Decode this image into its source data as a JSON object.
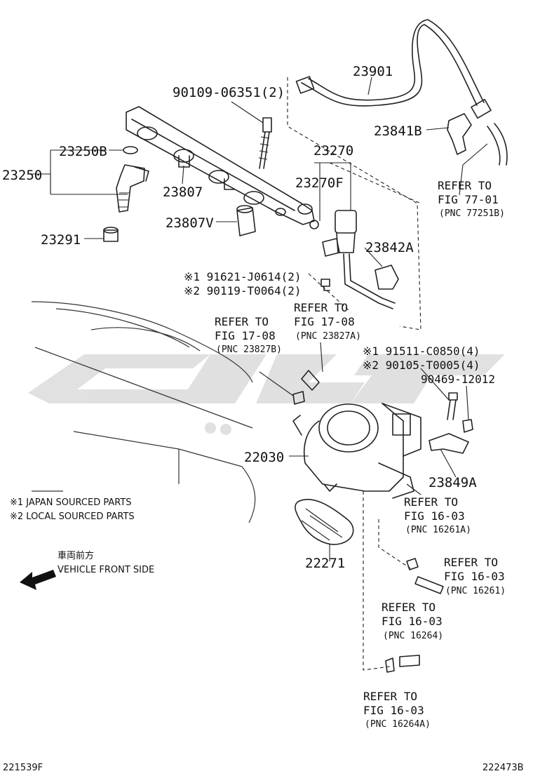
{
  "title": "",
  "labels": {
    "p23901": "23901",
    "p90109": "90109-06351(2)",
    "p23841B": "23841B",
    "p23250B": "23250B",
    "p23250": "23250",
    "p23270": "23270",
    "p23270F": "23270F",
    "p23807": "23807",
    "p23807V": "23807V",
    "p23291": "23291",
    "p23842A": "23842A",
    "p91621": "※1 91621-J0614(2)",
    "p90119": "※2 90119-T0064(2)",
    "p91511": "※1 91511-C0850(4)",
    "p90105": "※2 90105-T0005(4)",
    "p90469": "90469-12012",
    "p22030": "22030",
    "p23849A": "23849A",
    "p22271": "22271"
  },
  "refs": {
    "fig77": {
      "refer": "REFER TO",
      "fig": "FIG 77-01",
      "pnc": "(PNC 77251B)"
    },
    "fig17a": {
      "refer": "REFER TO",
      "fig": "FIG 17-08",
      "pnc": "(PNC 23827B)"
    },
    "fig17b": {
      "refer": "REFER TO",
      "fig": "FIG 17-08",
      "pnc": "(PNC 23827A)"
    },
    "fig16a": {
      "refer": "REFER TO",
      "fig": "FIG 16-03",
      "pnc": "(PNC 16261A)"
    },
    "fig16b": {
      "refer": "REFER TO",
      "fig": "FIG 16-03",
      "pnc": "(PNC 16261)"
    },
    "fig16c": {
      "refer": "REFER TO",
      "fig": "FIG 16-03",
      "pnc": "(PNC 16264)"
    },
    "fig16d": {
      "refer": "REFER TO",
      "fig": "FIG 16-03",
      "pnc": "(PNC 16264A)"
    }
  },
  "notes": {
    "japan": "※1 JAPAN SOURCED PARTS",
    "local": "※2 LOCAL SOURCED PARTS",
    "direction_jp": "車両前方",
    "direction_en": "VEHICLE FRONT SIDE"
  },
  "corners": {
    "left": "221539F",
    "right": "222473B"
  },
  "icons": {
    "arrow": "front-direction-arrow-icon",
    "watermark": "brand-watermark"
  },
  "colors": {
    "ink": "#222222",
    "watermark": "#c8c8c8"
  }
}
